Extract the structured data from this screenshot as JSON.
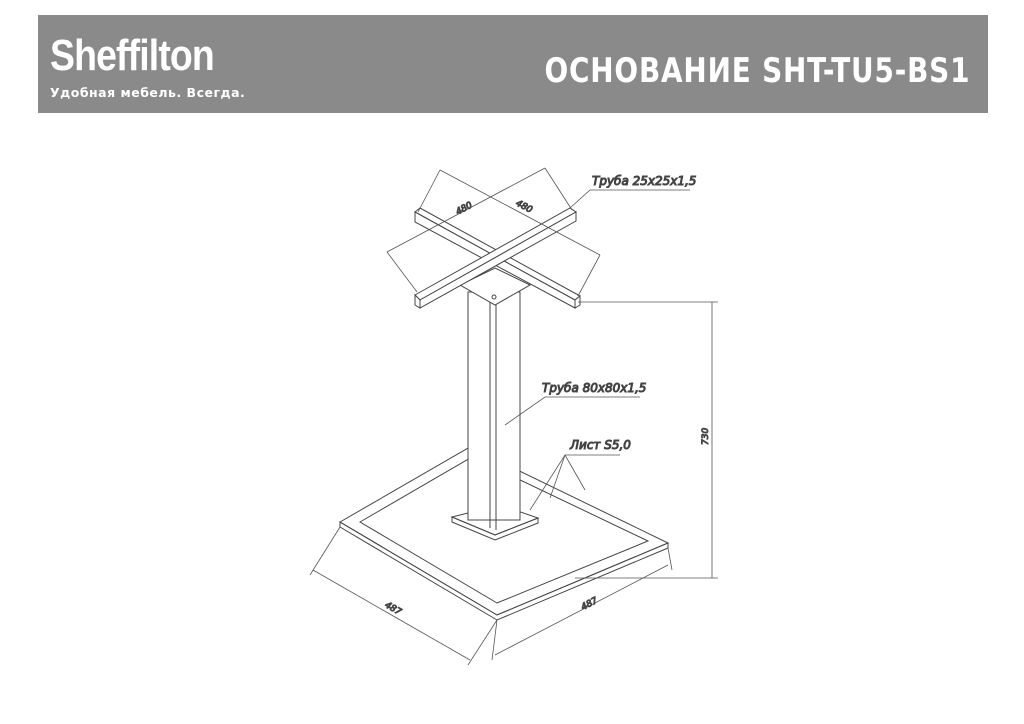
{
  "header": {
    "logo": "Sheffilton",
    "tagline": "Удобная мебель. Всегда.",
    "title": "ОСНОВАНИЕ SHT-TU5-BS1"
  },
  "drawing": {
    "callouts": {
      "cross_tube": "Труба 25x25x1,5",
      "column_tube": "Труба 80x80x1,5",
      "base_sheet": "Лист S5,0"
    },
    "dimensions": {
      "cross_a": "480",
      "cross_b": "480",
      "height": "730",
      "base_left": "487",
      "base_right": "487"
    }
  }
}
